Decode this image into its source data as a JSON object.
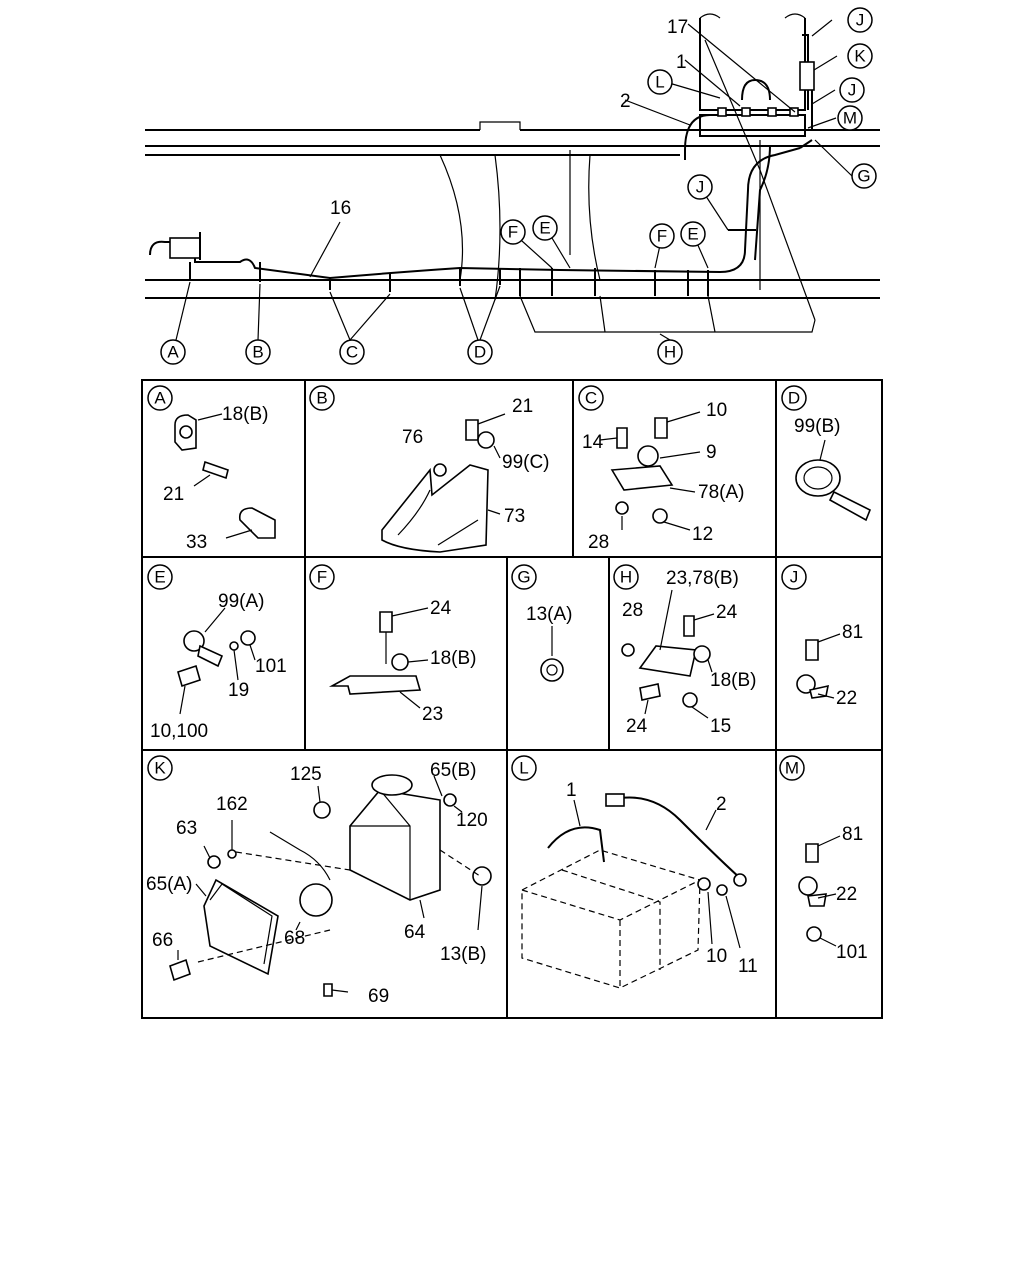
{
  "main_diagram": {
    "callouts": {
      "A": "A",
      "B": "B",
      "C": "C",
      "D": "D",
      "E1": "E",
      "E2": "E",
      "F1": "F",
      "F2": "F",
      "G": "G",
      "H": "H",
      "J1": "J",
      "J2": "J",
      "J3": "J",
      "K": "K",
      "L": "L",
      "M": "M"
    },
    "labels": {
      "n16": "16",
      "n17": "17",
      "n1": "1",
      "n2": "2"
    }
  },
  "panels": {
    "A": {
      "letter": "A",
      "labels": {
        "a1": "18(B)",
        "a2": "21",
        "a3": "33"
      }
    },
    "B": {
      "letter": "B",
      "labels": {
        "b1": "21",
        "b2": "76",
        "b3": "99(C)",
        "b4": "73"
      }
    },
    "C": {
      "letter": "C",
      "labels": {
        "c1": "10",
        "c2": "14",
        "c3": "9",
        "c4": "78(A)",
        "c5": "28",
        "c6": "12"
      }
    },
    "D": {
      "letter": "D",
      "labels": {
        "d1": "99(B)"
      }
    },
    "E": {
      "letter": "E",
      "labels": {
        "e1": "99(A)",
        "e2": "101",
        "e3": "19",
        "e4": "10,100"
      }
    },
    "F": {
      "letter": "F",
      "labels": {
        "f1": "24",
        "f2": "18(B)",
        "f3": "23"
      }
    },
    "G": {
      "letter": "G",
      "labels": {
        "g1": "13(A)"
      }
    },
    "H": {
      "letter": "H",
      "labels": {
        "h1": "23,78(B)",
        "h2": "28",
        "h3": "24",
        "h4": "18(B)",
        "h5": "24",
        "h6": "15"
      }
    },
    "J": {
      "letter": "J",
      "labels": {
        "j1": "81",
        "j2": "22"
      }
    },
    "K": {
      "letter": "K",
      "labels": {
        "k1": "125",
        "k2": "65(B)",
        "k3": "162",
        "k4": "120",
        "k5": "63",
        "k6": "65(A)",
        "k7": "68",
        "k8": "64",
        "k9": "13(B)",
        "k10": "66",
        "k11": "69"
      }
    },
    "L": {
      "letter": "L",
      "labels": {
        "l1": "1",
        "l2": "2",
        "l3": "10",
        "l4": "11"
      }
    },
    "M": {
      "letter": "M",
      "labels": {
        "m1": "81",
        "m2": "22",
        "m3": "101"
      }
    }
  }
}
